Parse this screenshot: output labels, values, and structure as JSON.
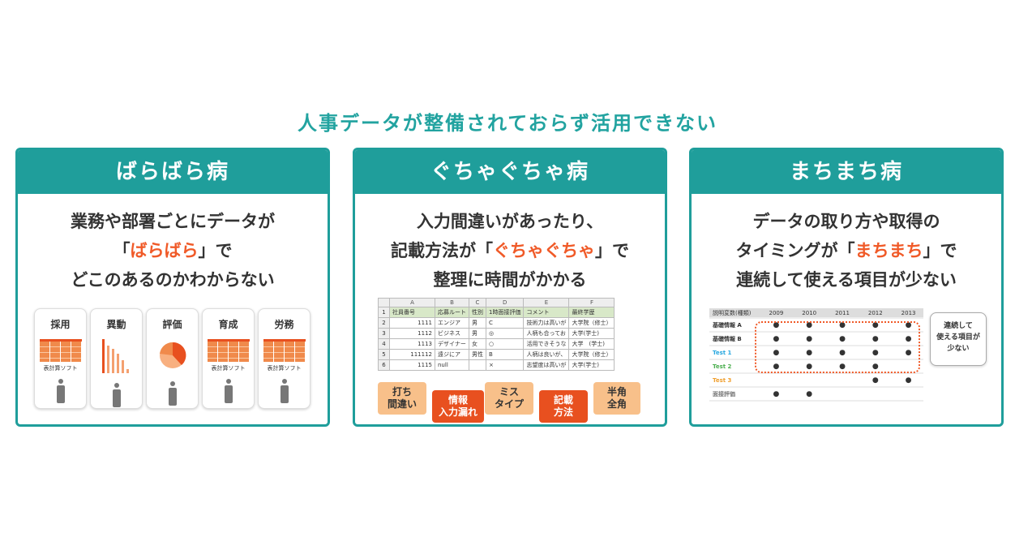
{
  "title": "人事データが整備されておらず活用できない",
  "cards": [
    {
      "header": "ばらばら病",
      "desc": [
        "業務や部署ごとにデータが",
        "「",
        "ばらばら",
        "」で",
        "どこのあるのかわからない"
      ],
      "items": [
        {
          "label": "採用",
          "type": "table",
          "caption": "表計算ソフト"
        },
        {
          "label": "異動",
          "type": "bar"
        },
        {
          "label": "評価",
          "type": "pie"
        },
        {
          "label": "育成",
          "type": "table",
          "caption": "表計算ソフト"
        },
        {
          "label": "労務",
          "type": "table",
          "caption": "表計算ソフト"
        }
      ]
    },
    {
      "header": "ぐちゃぐちゃ病",
      "desc": [
        "入力間違いがあったり、",
        "記載方法が「",
        "ぐちゃぐちゃ",
        "」で",
        "整理に時間がかかる"
      ],
      "sheet": {
        "cols": [
          "A",
          "B",
          "C",
          "D",
          "E",
          "F"
        ],
        "rows": [
          [
            "社員番号",
            "応募ルート",
            "性別",
            "1時面接評価",
            "コメント",
            "最終学歴"
          ],
          [
            "1111",
            "エンジア",
            "男",
            "C",
            "技術力は高いが",
            "大学院（修士）"
          ],
          [
            "1112",
            "ビジネス",
            "男",
            "◎",
            "人柄も合ってお",
            "大学(学士)"
          ],
          [
            "1113",
            "デザイナー",
            "女",
            "○",
            "活用できそうな",
            "大学　(学士)"
          ],
          [
            "111112",
            "遠ジにア",
            "男性",
            "B",
            "人柄は良いが、",
            "大学院（修士）"
          ],
          [
            "1115",
            "null",
            "",
            "×",
            "志望度は高いが",
            "大学(学士)"
          ]
        ]
      },
      "tags": [
        "打ち\n間違い",
        "情報\n入力漏れ",
        "ミス\nタイプ",
        "記載\n方法",
        "半角\n全角"
      ]
    },
    {
      "header": "まちまち病",
      "desc": [
        "データの取り方や取得の",
        "タイミングが「",
        "まちまち",
        "」で",
        "連続して使える項目が少ない"
      ],
      "table": {
        "header": [
          "説明変数(種類)",
          "2009",
          "2010",
          "2011",
          "2012",
          "2013"
        ],
        "rows": [
          {
            "label": "基礎情報 A",
            "color": "#333333",
            "dots": [
              1,
              1,
              1,
              1,
              1
            ]
          },
          {
            "label": "基礎情報 B",
            "color": "#333333",
            "dots": [
              1,
              1,
              1,
              1,
              1
            ]
          },
          {
            "label": "Test 1",
            "color": "#29a8e0",
            "dots": [
              1,
              1,
              1,
              1,
              1
            ]
          },
          {
            "label": "Test 2",
            "color": "#4caf50",
            "dots": [
              1,
              1,
              1,
              1,
              0
            ]
          },
          {
            "label": "Test 3",
            "color": "#f0a030",
            "dots": [
              0,
              0,
              0,
              1,
              1
            ]
          },
          {
            "label": "面接評価",
            "color": "#777777",
            "dots": [
              1,
              1,
              0,
              0,
              0
            ]
          }
        ]
      },
      "bubble": "連続して\n使える項目が\n少ない"
    }
  ],
  "colors": {
    "accent": "#1f9e9b",
    "highlight": "#f05a28"
  }
}
